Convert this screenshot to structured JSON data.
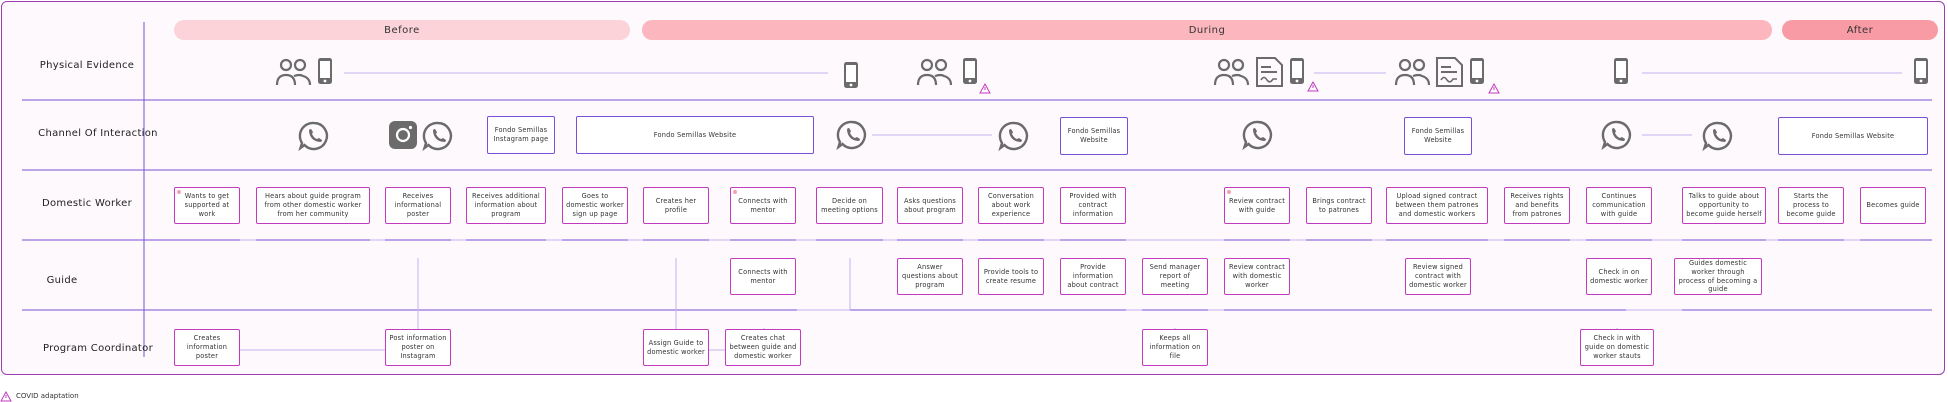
{
  "phases": {
    "before": "Before",
    "during": "During",
    "after": "After"
  },
  "rows": {
    "physical": "Physical Evidence",
    "channel": "Channel Of Interaction",
    "domestic": "Domestic Worker",
    "guide": "Guide",
    "coordinator": "Program Coordinator"
  },
  "channel": {
    "instagram_page": "Fondo Semillas Instagram page",
    "website_wide": "Fondo Semillas Website",
    "website_a": "Fondo Semillas Website",
    "website_b": "Fondo Semillas Website",
    "website_last": "Fondo Semillas Website"
  },
  "domestic": {
    "d1": "Wants to get supported at work",
    "d2": "Hears about guide program from other domestic worker from her community",
    "d3": "Receives informational poster",
    "d4": "Receives  additional information about program",
    "d5": "Goes to domestic worker sign up page",
    "d6": "Creates her profile",
    "d7": "Connects with mentor",
    "d8": "Decide on meeting options",
    "d9": "Asks questions about program",
    "d10": "Conversation about work experience",
    "d11": "Provided with contract information",
    "d12": "Review contract with guide",
    "d13": "Brings contract to patrones",
    "d14": "Upload signed contract between them patrones and domestic workers",
    "d15": "Receives rights and benefits from patrones",
    "d16": "Continues communication with guide",
    "d17": "Talks to guide about opportunity to become guide herself",
    "d18": "Starts the process to become guide",
    "d19": "Becomes guide"
  },
  "guide": {
    "g1": "Connects with mentor",
    "g2": "Answer questions about program",
    "g3": "Provide tools to create resume",
    "g4": "Provide information about contract",
    "g5": "Send manager report of meeting",
    "g6": "Review contract with domestic worker",
    "g7": "Review signed contract with domestic worker",
    "g8": "Check in on domestic worker",
    "g9": "Guides domestic worker through process of becoming a guide"
  },
  "coordinator": {
    "c1": "Creates information poster",
    "c2": "Post information poster on Instagram",
    "c3": "Assign Guide to domestic worker",
    "c4": "Creates chat between guide and domestic worker",
    "c5": "Keeps all information on file",
    "c6": "Check in with guide on domestic worker stauts"
  },
  "legend": {
    "label": "COVID adaptation"
  },
  "colors": {
    "phase_before": "#fcd3d8",
    "phase_during": "#fbb6be",
    "phase_after": "#f99ba5",
    "row_line": "#7b4fd6",
    "box_border": "#c23bbf",
    "icon": "#6b6b6b"
  }
}
